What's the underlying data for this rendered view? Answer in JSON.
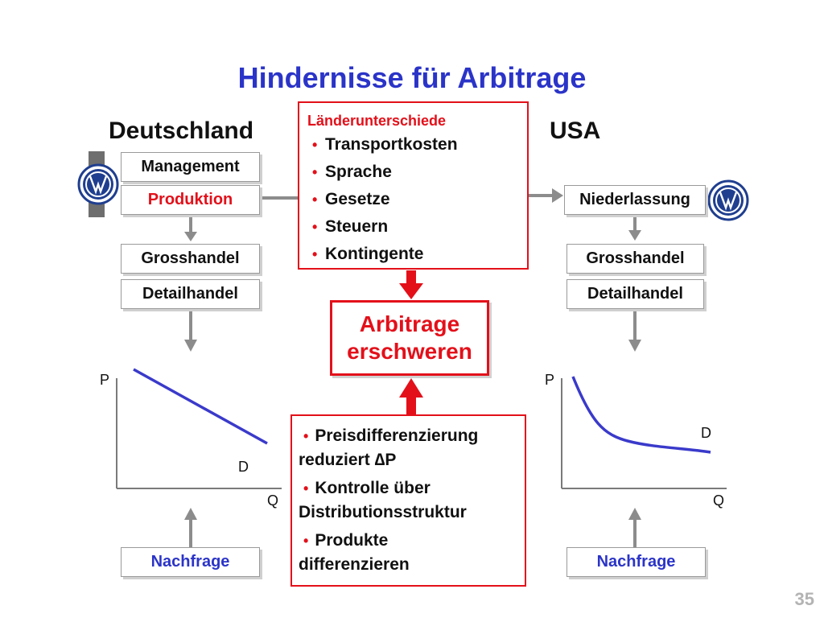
{
  "title": "Hindernisse für Arbitrage",
  "left": {
    "country": "Deutschland",
    "management": "Management",
    "production": "Produktion",
    "wholesale": "Grosshandel",
    "retail": "Detailhandel",
    "demand": "Nachfrage",
    "axis_p": "P",
    "axis_q": "Q",
    "curve_label": "D"
  },
  "right": {
    "country": "USA",
    "branch": "Niederlassung",
    "wholesale": "Grosshandel",
    "retail": "Detailhandel",
    "demand": "Nachfrage",
    "axis_p": "P",
    "axis_q": "Q",
    "curve_label": "D"
  },
  "differences": {
    "title": "Länderunterschiede",
    "items": [
      "Transportkosten",
      "Sprache",
      "Gesetze",
      "Steuern",
      "Kontingente"
    ]
  },
  "center": {
    "line1": "Arbitrage",
    "line2": "erschweren"
  },
  "measures": {
    "items": [
      {
        "line1": "Preisdifferenzierung",
        "line2": "reduziert ∆P"
      },
      {
        "line1": "Kontrolle über",
        "line2": "Distributionsstruktur"
      },
      {
        "line1": "Produkte",
        "line2": "differenzieren"
      }
    ]
  },
  "page_number": "35",
  "colors": {
    "title": "#2b34c8",
    "accent_red": "#e3101a",
    "arrow_gray": "#8c8c8c",
    "curve_blue": "#3a3acb",
    "vw_blue": "#1f3e8f"
  },
  "icons": {
    "left_logo": "vw-logo-icon",
    "right_logo": "vw-logo-icon"
  }
}
